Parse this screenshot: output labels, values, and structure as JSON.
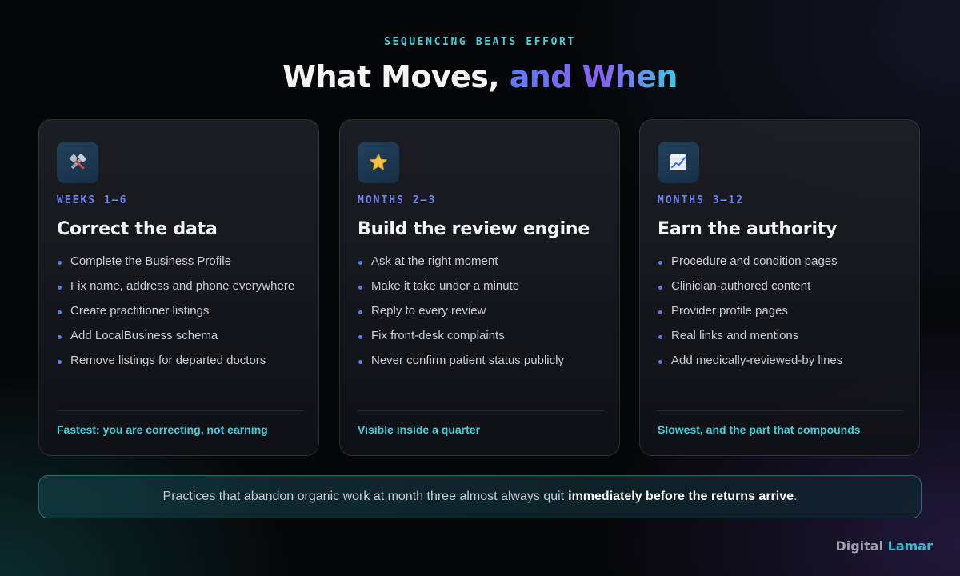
{
  "header": {
    "eyebrow": "SEQUENCING BEATS EFFORT",
    "title_main": "What Moves, ",
    "title_accent": "and When"
  },
  "cards": [
    {
      "icon": "tools-icon",
      "phase": "WEEKS 1–6",
      "title": "Correct the data",
      "items": [
        "Complete the Business Profile",
        "Fix name, address and phone everywhere",
        "Create practitioner listings",
        "Add LocalBusiness schema",
        "Remove listings for departed doctors"
      ],
      "footer": "Fastest: you are correcting, not earning"
    },
    {
      "icon": "star-icon",
      "phase": "MONTHS 2–3",
      "title": "Build the review engine",
      "items": [
        "Ask at the right moment",
        "Make it take under a minute",
        "Reply to every review",
        "Fix front-desk complaints",
        "Never confirm patient status publicly"
      ],
      "footer": "Visible inside a quarter"
    },
    {
      "icon": "chart-up-icon",
      "phase": "MONTHS 3–12",
      "title": "Earn the authority",
      "items": [
        "Procedure and condition pages",
        "Clinician-authored content",
        "Provider profile pages",
        "Real links and mentions",
        "Add medically-reviewed-by lines"
      ],
      "footer": "Slowest, and the part that compounds"
    }
  ],
  "callout": {
    "text": "Practices that abandon organic work at month three almost always quit",
    "emphasis": "immediately before the returns arrive",
    "end": "."
  },
  "brand": {
    "part1": "Digital ",
    "part2": "Lamar"
  },
  "colors": {
    "accent_cyan": "#3fd0e0",
    "accent_blue": "#6d84f0",
    "accent_purple": "#8a5ff0"
  }
}
